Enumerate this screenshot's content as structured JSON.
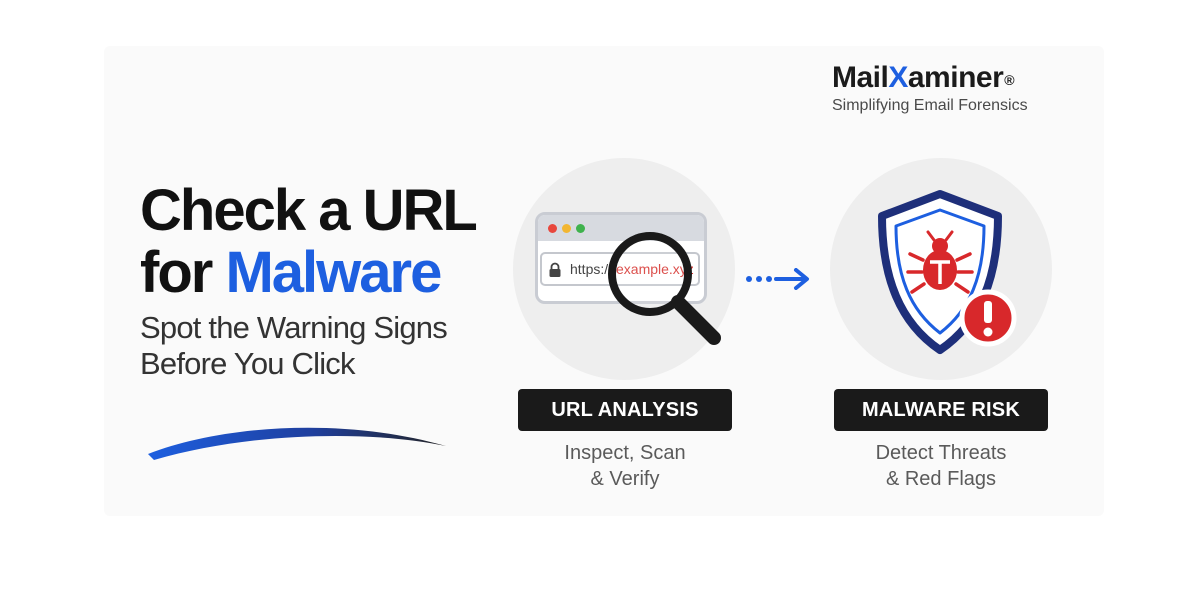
{
  "brand": {
    "name_part1": "Mail",
    "name_x": "X",
    "name_part2": "aminer",
    "registered": "®",
    "tagline": "Simplifying Email Forensics"
  },
  "headline": {
    "line1": "Check a URL",
    "line2_prefix": "for ",
    "line2_highlight": "Malware",
    "sub_line1": "Spot the Warning Signs",
    "sub_line2": "Before You Click"
  },
  "url_analysis": {
    "url_scheme": "https://",
    "url_domain": "example.xyz",
    "label": "URL ANALYSIS",
    "desc_line1": "Inspect, Scan",
    "desc_line2": "& Verify"
  },
  "malware_risk": {
    "label": "MALWARE RISK",
    "desc_line1": "Detect Threats",
    "desc_line2": "& Red Flags"
  },
  "icons": {
    "browser": "browser-window-icon",
    "lock": "lock-icon",
    "magnifier": "magnifying-glass-icon",
    "arrow": "dotted-arrow-right-icon",
    "shield": "shield-icon",
    "bug": "bug-icon",
    "alert": "exclamation-alert-icon"
  },
  "colors": {
    "accent_blue": "#1d5fe0",
    "navy": "#1e2f7a",
    "danger_red": "#d8282b",
    "label_bg": "#1a1a1a"
  }
}
